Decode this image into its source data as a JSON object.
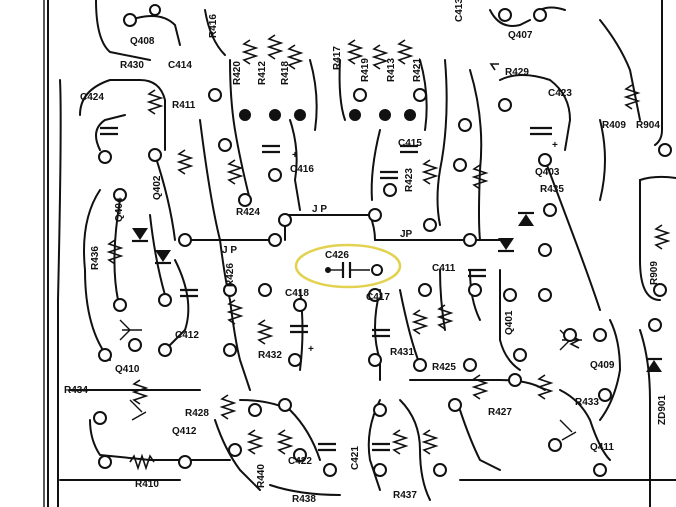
{
  "diagram": {
    "type": "pcb-component-layout",
    "highlight_color": "#e3d24f",
    "highlighted_label": "C426",
    "labels": {
      "C424": "C424",
      "C414": "C414",
      "R430": "R430",
      "R411": "R411",
      "Q402": "Q402",
      "Q404": "Q404",
      "R436": "R436",
      "Q410": "Q410",
      "C412": "C412",
      "R434": "R434",
      "Q412": "Q412",
      "R410": "R410",
      "R426": "R426",
      "R428": "R428",
      "C418": "C418",
      "R432": "R432",
      "C422": "C422",
      "R440": "R440",
      "R438": "R438",
      "R420": "R420",
      "R418": "R418",
      "R412": "R412",
      "R416": "R416",
      "C416": "C416",
      "R424": "R424",
      "JP1": "J P",
      "JP2": "JP",
      "JP3": "J P",
      "C426": "C426",
      "R417": "R417",
      "R419": "R419",
      "R413": "R413",
      "R421": "R421",
      "C415": "C415",
      "R423": "R423",
      "C411": "C411",
      "C417": "C417",
      "R431": "R431",
      "R425": "R425",
      "C421": "C421",
      "R437": "R437",
      "R427": "R427",
      "R429": "R429",
      "C423": "C423",
      "Q403": "Q403",
      "R435": "R435",
      "Q401": "Q401",
      "Q409": "Q409",
      "R433": "R433",
      "Q411": "Q411",
      "Q407": "Q407",
      "R409": "R409",
      "R904": "R904",
      "R909": "R909",
      "ZD901": "ZD901",
      "Q408": "Q408",
      "C413": "C413",
      "plus": "+"
    }
  }
}
